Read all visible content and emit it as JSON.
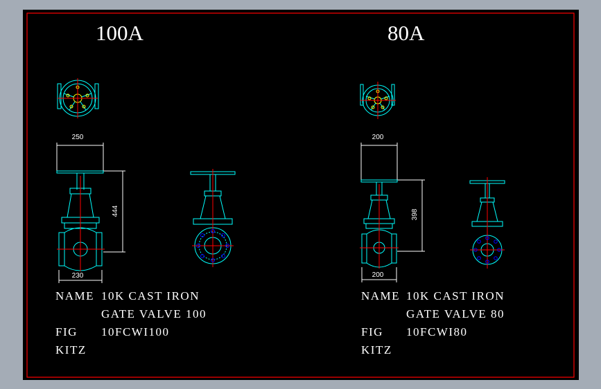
{
  "valves": [
    {
      "title": "100A",
      "dim_top": "250",
      "dim_height": "444",
      "dim_bottom": "230",
      "name_label": "NAME",
      "name_line1": "10K CAST IRON",
      "name_line2": "GATE VALVE 100",
      "fig_label": "FIG",
      "fig_value": "10FCWI100",
      "maker": "KITZ"
    },
    {
      "title": "80A",
      "dim_top": "200",
      "dim_height": "398",
      "dim_bottom": "200",
      "name_label": "NAME",
      "name_line1": "10K CAST IRON",
      "name_line2": "GATE VALVE 80",
      "fig_label": "FIG",
      "fig_value": "10FCWI80",
      "maker": "KITZ"
    }
  ],
  "colors": {
    "background": "#a4acb6",
    "sheet": "#000000",
    "border": "#ff0000",
    "geometry": "#00ffff",
    "centerline": "#ff0000",
    "text": "#ffffff",
    "handwheel_hub": "#ffff00",
    "flange_bolts": "#0000ff"
  }
}
